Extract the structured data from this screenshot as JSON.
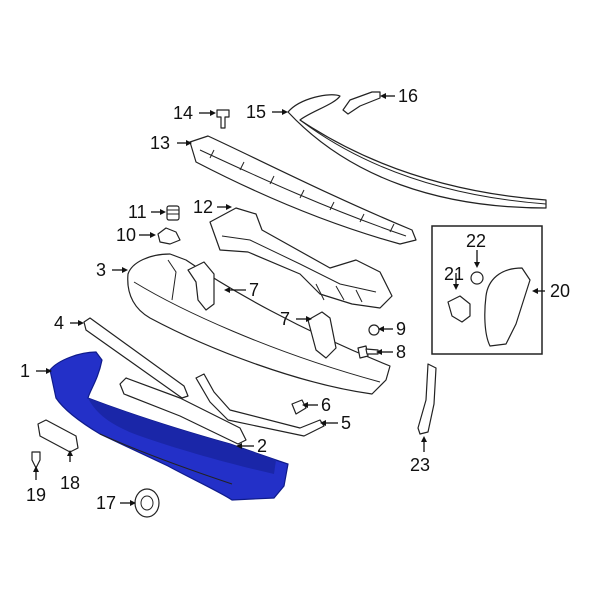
{
  "diagram": {
    "highlight_color": "#2330c8",
    "callouts": [
      "1",
      "2",
      "3",
      "4",
      "5",
      "6",
      "7",
      "7",
      "8",
      "9",
      "10",
      "11",
      "12",
      "13",
      "14",
      "15",
      "16",
      "17",
      "18",
      "19",
      "20",
      "21",
      "22",
      "23"
    ]
  }
}
